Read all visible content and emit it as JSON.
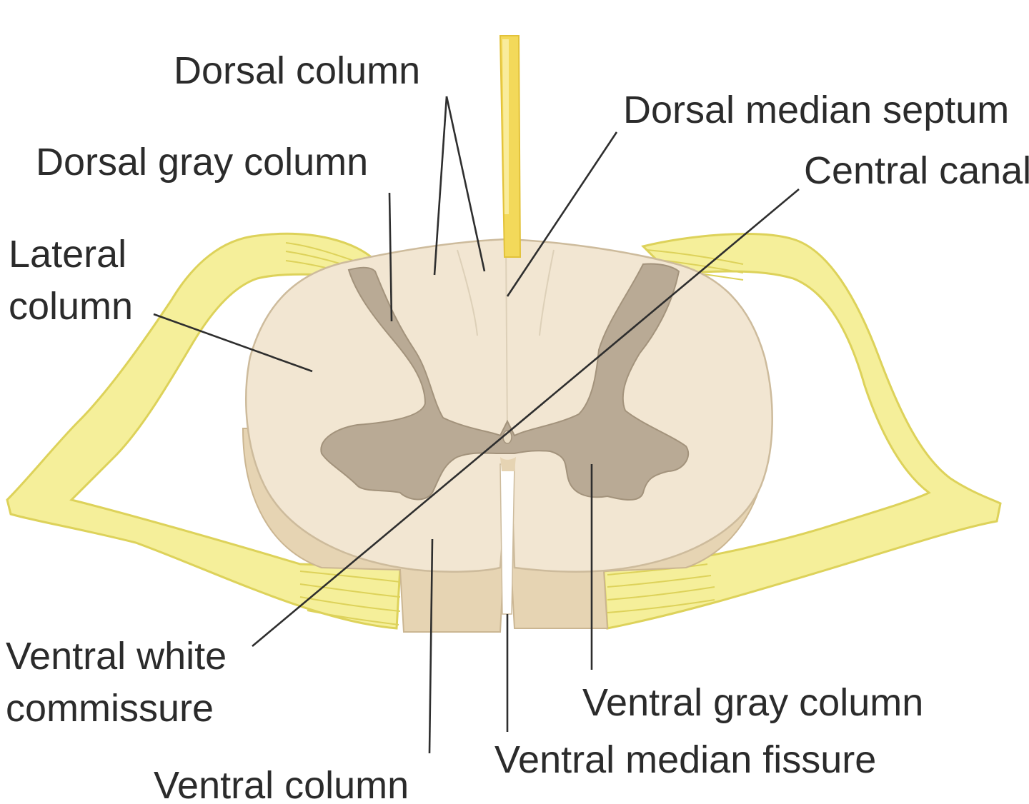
{
  "labels": {
    "dorsal_column": "Dorsal column",
    "dorsal_median_septum": "Dorsal median septum",
    "dorsal_gray_column": "Dorsal gray column",
    "central_canal": "Central canal",
    "lateral_column": [
      "Lateral",
      "column"
    ],
    "ventral_white_commissure": [
      "Ventral white",
      "commissure"
    ],
    "ventral_gray_column": "Ventral gray column",
    "ventral_median_fissure": "Ventral median fissure",
    "ventral_column": "Ventral column"
  },
  "colors": {
    "white_matter": "#f2e6d2",
    "white_matter_lower": "#e6d4b3",
    "gray_matter": "#b9aa95",
    "nerve_root": "#f5ef9a",
    "nerve_outline": "#ddd25a",
    "dorsal_septum_root": "#f3d95a",
    "leader_lines": "#2e2e2e"
  }
}
